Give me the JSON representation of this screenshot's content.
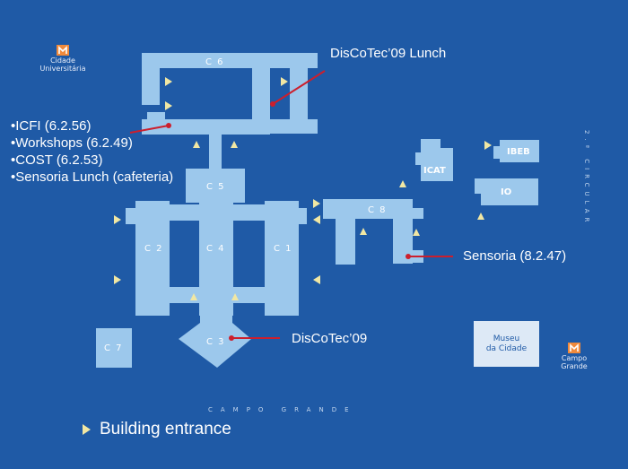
{
  "buildings": {
    "c6": "C 6",
    "c5": "C 5",
    "c4": "C 4",
    "c2": "C 2",
    "c1": "C 1",
    "c3": "C 3",
    "c7": "C 7",
    "c8": "C 8",
    "icat": "ICAT",
    "ibeb": "IBEB",
    "io": "IO"
  },
  "museum": {
    "line1": "Museu",
    "line2": "da Cidade"
  },
  "metro": {
    "cidade_universitaria": {
      "line1": "Cidade",
      "line2": "Universitária"
    },
    "campo_grande": {
      "line1": "Campo",
      "line2": "Grande"
    }
  },
  "streets": {
    "bottom": "CAMPO GRANDE",
    "right": "2.ª CIRCULAR"
  },
  "annotations": {
    "lunch": "DisCoTec’09 Lunch",
    "list": [
      "•ICFI (6.2.56)",
      "•Workshops (6.2.49)",
      "•COST (6.2.53)",
      "•Sensoria Lunch (cafeteria)"
    ],
    "sensoria": "Sensoria (8.2.47)",
    "discotec": "DisCoTec’09"
  },
  "legend": {
    "label": "Building entrance"
  },
  "colors": {
    "background": "#1f5aa6",
    "building": "#9cc8ec",
    "entrance": "#f1e7a3",
    "leader": "#cc1f2d"
  }
}
